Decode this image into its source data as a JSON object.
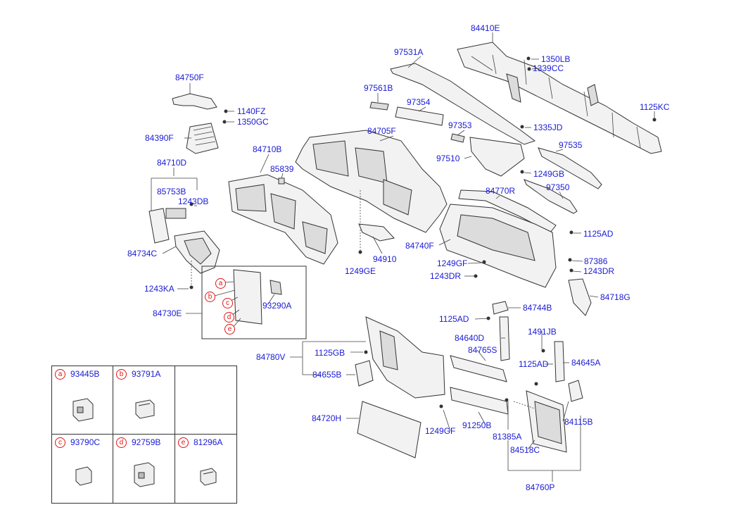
{
  "labels": {
    "p84410E": "84410E",
    "p97531A": "97531A",
    "p1350LB": "1350LB",
    "p1339CC": "1339CC",
    "p84750F": "84750F",
    "p97561B": "97561B",
    "p97354": "97354",
    "p1125KC": "1125KC",
    "p1140FZ": "1140FZ",
    "p1350GC": "1350GC",
    "p84390F": "84390F",
    "p97353": "97353",
    "p1335JD": "1335JD",
    "p84705F": "84705F",
    "p84710B": "84710B",
    "p85839": "85839",
    "p97535": "97535",
    "p97510": "97510",
    "p1249GB": "1249GB",
    "p84710D": "84710D",
    "p85753B": "85753B",
    "p1243DB": "1243DB",
    "p84770R": "84770R",
    "p97350": "97350",
    "p1125AD_a": "1125AD",
    "p84734C": "84734C",
    "p94910": "94910",
    "p84740F": "84740F",
    "p87386": "87386",
    "p1249GE": "1249GE",
    "p1249GF_a": "1249GF",
    "p1243DR_a": "1243DR",
    "p1243DR_b": "1243DR",
    "p1243KA": "1243KA",
    "p93290A": "93290A",
    "p84718G": "84718G",
    "p84730E": "84730E",
    "p84744B": "84744B",
    "p1125AD_b": "1125AD",
    "p84640D": "84640D",
    "p1491JB": "1491JB",
    "p84780V": "84780V",
    "p1125GB": "1125GB",
    "p84765S": "84765S",
    "p1125AD_c": "1125AD",
    "p84645A": "84645A",
    "p84655B": "84655B",
    "p84720H": "84720H",
    "p1249GF_b": "1249GF",
    "p91250B": "91250B",
    "p81385A": "81385A",
    "p84115B": "84115B",
    "p84518C": "84518C",
    "p84760P": "84760P"
  },
  "callouts": {
    "a": "a",
    "b": "b",
    "c": "c",
    "d": "d",
    "e": "e"
  },
  "legend": [
    {
      "letter": "a",
      "part": "93445B"
    },
    {
      "letter": "b",
      "part": "93791A"
    },
    {
      "letter": "c",
      "part": "93790C"
    },
    {
      "letter": "d",
      "part": "92759B"
    },
    {
      "letter": "e",
      "part": "81296A"
    }
  ],
  "colors": {
    "label": "#1a1ad6",
    "callout": "#e01515",
    "outline": "#333333"
  }
}
